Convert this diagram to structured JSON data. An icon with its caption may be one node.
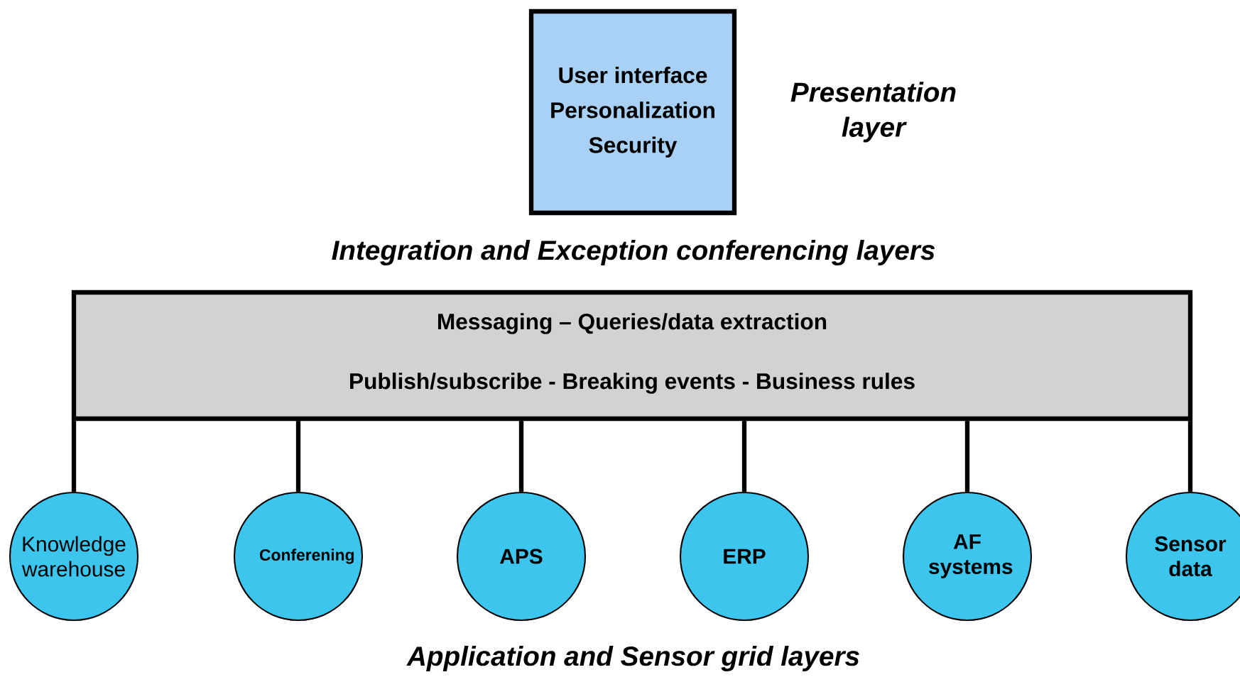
{
  "diagram": {
    "nodes": [
      {
        "text": [
          "User interface",
          "Personalization",
          "Security"
        ],
        "beside": [
          "Presentation layer"
        ]
      },
      {
        "text": [
          "Integration and Exception conferencing layers",
          "Messaging – Queries/data extraction",
          "Publish/subscribe - Breaking events - Business rules"
        ]
      },
      {
        "text": [
          "Knowledge warehouse"
        ]
      },
      {
        "text": [
          "Conferening"
        ]
      },
      {
        "text": [
          "APS"
        ]
      },
      {
        "text": [
          "ERP"
        ]
      },
      {
        "text": [
          "AF systems"
        ]
      },
      {
        "text": [
          "Sensor data"
        ]
      }
    ],
    "edges": [
      {
        "from": 1,
        "to": 2,
        "arrow": "none"
      },
      {
        "from": 1,
        "to": 3,
        "arrow": "none"
      },
      {
        "from": 1,
        "to": 4,
        "arrow": "none"
      },
      {
        "from": 1,
        "to": 5,
        "arrow": "none"
      },
      {
        "from": 1,
        "to": 6,
        "arrow": "none"
      },
      {
        "from": 1,
        "to": 7,
        "arrow": "none"
      }
    ],
    "labels": [
      "Application and Sensor grid layers"
    ]
  }
}
